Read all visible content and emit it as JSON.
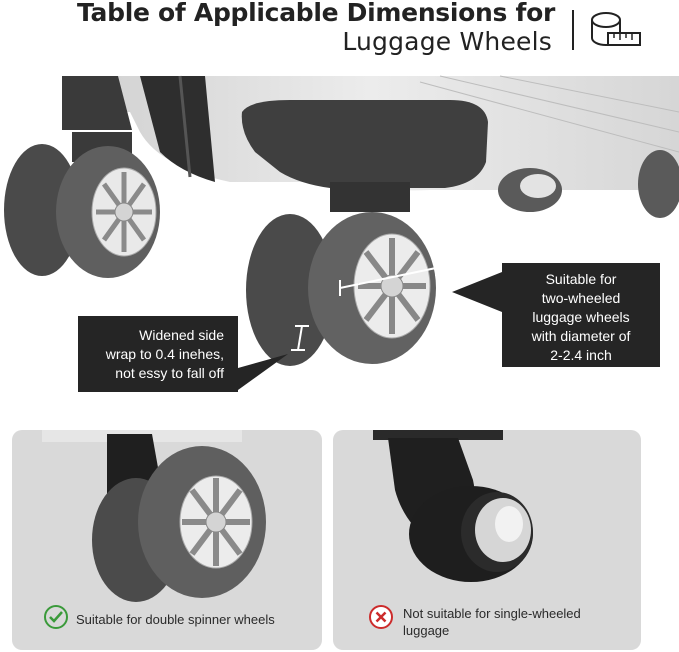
{
  "header": {
    "title_bold": "Table of Applicable Dimensions for",
    "title_light": "Luggage Wheels",
    "icon": "measuring-tape-icon"
  },
  "callouts": {
    "left": "Widened side\nwrap to 0.4 inehes,\nnot essy to fall off",
    "right": "Suitable for\ntwo-wheeled\nluggage wheels\nwith diameter of\n2-2.4 inch"
  },
  "panels": [
    {
      "label": "Suitable for double spinner wheels",
      "icon": "check-icon",
      "status_color": "#3a9a3a"
    },
    {
      "label": "Not suitable for single-wheeled\nluggage",
      "icon": "cross-icon",
      "status_color": "#cc2b2b"
    }
  ],
  "colors": {
    "background": "#ffffff",
    "callout_bg": "#252525",
    "panel_bg": "#d9d9d9",
    "tire": "#5f5f5f"
  }
}
